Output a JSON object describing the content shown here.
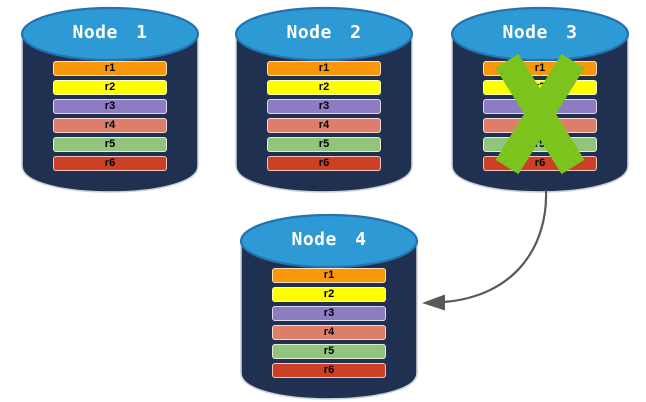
{
  "diagram": {
    "description": "Database replication failover diagram",
    "palette": {
      "background": "#FFFFFF",
      "cylinder_body": "#1F3050",
      "cylinder_outline": "#C9D1DA",
      "cylinder_top_fill": "#2E9AD5",
      "cylinder_top_stroke": "#2273B0",
      "node_title_color": "#FFFFFF",
      "record_text_color": "#000000",
      "failure_x_color": "#7CC31E",
      "arrow_color": "#595959"
    },
    "nodes": [
      {
        "label": "Node 1",
        "failed": false,
        "records": [
          {
            "label": "r1",
            "color": "#F9970B"
          },
          {
            "label": "r2",
            "color": "#FFFF00"
          },
          {
            "label": "r3",
            "color": "#8E7CC3"
          },
          {
            "label": "r4",
            "color": "#DD7E6B"
          },
          {
            "label": "r5",
            "color": "#93C47D"
          },
          {
            "label": "r6",
            "color": "#CC4125"
          }
        ]
      },
      {
        "label": "Node 2",
        "failed": false,
        "records": [
          {
            "label": "r1",
            "color": "#F9970B"
          },
          {
            "label": "r2",
            "color": "#FFFF00"
          },
          {
            "label": "r3",
            "color": "#8E7CC3"
          },
          {
            "label": "r4",
            "color": "#DD7E6B"
          },
          {
            "label": "r5",
            "color": "#93C47D"
          },
          {
            "label": "r6",
            "color": "#CC4125"
          }
        ]
      },
      {
        "label": "Node 3",
        "failed": true,
        "records": [
          {
            "label": "r1",
            "color": "#F9970B"
          },
          {
            "label": "r2",
            "color": "#FFFF00"
          },
          {
            "label": "r3",
            "color": "#8E7CC3"
          },
          {
            "label": "r4",
            "color": "#DD7E6B"
          },
          {
            "label": "r5",
            "color": "#93C47D"
          },
          {
            "label": "r6",
            "color": "#CC4125"
          }
        ]
      },
      {
        "label": "Node 4",
        "failed": false,
        "records": [
          {
            "label": "r1",
            "color": "#F9970B"
          },
          {
            "label": "r2",
            "color": "#FFFF00"
          },
          {
            "label": "r3",
            "color": "#8E7CC3"
          },
          {
            "label": "r4",
            "color": "#DD7E6B"
          },
          {
            "label": "r5",
            "color": "#93C47D"
          },
          {
            "label": "r6",
            "color": "#CC4125"
          }
        ]
      }
    ],
    "arrow": {
      "from": "Node 3",
      "to": "Node 4"
    }
  }
}
